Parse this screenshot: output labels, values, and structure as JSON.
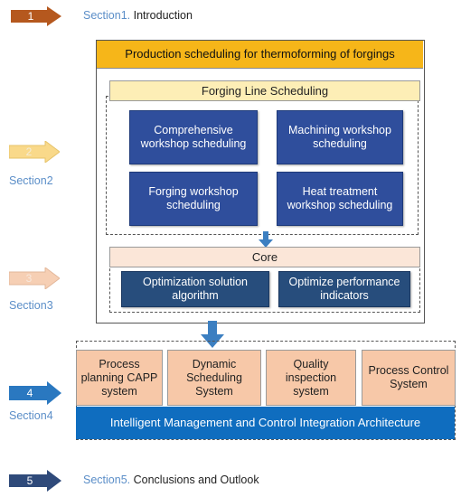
{
  "sections": [
    {
      "number": "1",
      "label": "Section1.",
      "title": "Introduction",
      "color": "#b5581e"
    },
    {
      "number": "2",
      "label": "Section2",
      "title": "",
      "color": "#f9d98a"
    },
    {
      "number": "3",
      "label": "Section3",
      "title": "",
      "color": "#f6cfb4"
    },
    {
      "number": "4",
      "label": "Section4",
      "title": "",
      "color": "#2a78c0"
    },
    {
      "number": "5",
      "label": "Section5.",
      "title": "Conclusions and Outlook",
      "color": "#2f4a7a"
    }
  ],
  "diagram": {
    "main_title": "Production scheduling for thermoforming of forgings",
    "forging_line": {
      "title": "Forging Line Scheduling",
      "boxes": [
        "Comprehensive workshop scheduling",
        "Machining workshop scheduling",
        "Forging workshop scheduling",
        "Heat treatment workshop scheduling"
      ]
    },
    "core": {
      "title": "Core",
      "boxes": [
        "Optimization solution algorithm",
        "Optimize performance indicators"
      ]
    },
    "systems": [
      "Process planning CAPP system",
      "Dynamic Scheduling System",
      "Quality inspection system",
      "Process Control System"
    ],
    "architecture": "Intelligent Management and Control Integration Architecture"
  },
  "colors": {
    "title_bar": "#f6b619",
    "light_yellow": "#fdeeb6",
    "light_peach": "#fbe6d8",
    "box_blue": "#2f4e9c",
    "box_navy": "#274d7c",
    "peach": "#f7c8a8",
    "arch_blue": "#0f6dbf",
    "connector": "#3c7fc1"
  }
}
